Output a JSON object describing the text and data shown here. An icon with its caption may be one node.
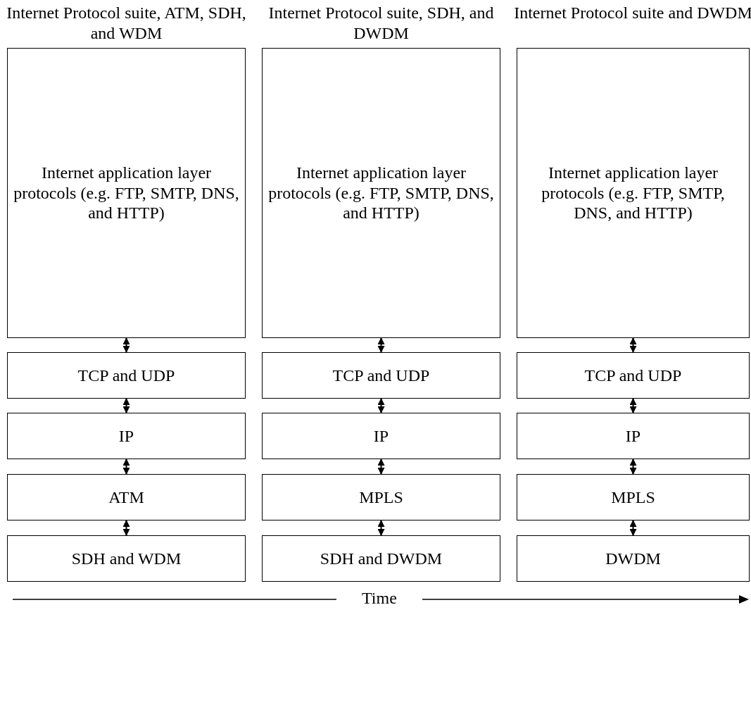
{
  "diagram": {
    "nodes": [
      {
        "text": [
          "Internet application layer protocols (e.g. FTP, SMTP, DNS, and HTTP)"
        ]
      },
      {
        "text": [
          "TCP and UDP"
        ]
      },
      {
        "text": [
          "IP"
        ]
      },
      {
        "text": [
          "ATM"
        ]
      },
      {
        "text": [
          "SDH and WDM"
        ]
      },
      {
        "text": [
          "Internet application layer protocols (e.g. FTP, SMTP, DNS, and HTTP)"
        ]
      },
      {
        "text": [
          "TCP and UDP"
        ]
      },
      {
        "text": [
          "IP"
        ]
      },
      {
        "text": [
          "MPLS"
        ]
      },
      {
        "text": [
          "SDH and DWDM"
        ]
      },
      {
        "text": [
          "Internet application layer protocols (e.g. FTP, SMTP, DNS, and HTTP)"
        ]
      },
      {
        "text": [
          "TCP and UDP"
        ]
      },
      {
        "text": [
          "IP"
        ]
      },
      {
        "text": [
          "MPLS"
        ]
      },
      {
        "text": [
          "DWDM"
        ]
      }
    ],
    "edges": [
      {
        "from": 0,
        "to": 1,
        "arrow": "both"
      },
      {
        "from": 1,
        "to": 2,
        "arrow": "both"
      },
      {
        "from": 2,
        "to": 3,
        "arrow": "both"
      },
      {
        "from": 3,
        "to": 4,
        "arrow": "both"
      },
      {
        "from": 5,
        "to": 6,
        "arrow": "both"
      },
      {
        "from": 6,
        "to": 7,
        "arrow": "both"
      },
      {
        "from": 7,
        "to": 8,
        "arrow": "both"
      },
      {
        "from": 8,
        "to": 9,
        "arrow": "both"
      },
      {
        "from": 10,
        "to": 11,
        "arrow": "both"
      },
      {
        "from": 11,
        "to": 12,
        "arrow": "both"
      },
      {
        "from": 12,
        "to": 13,
        "arrow": "both"
      },
      {
        "from": 13,
        "to": 14,
        "arrow": "both"
      }
    ],
    "labels": [
      "Internet Protocol suite, ATM, SDH, and WDM",
      "Internet Protocol suite, SDH, and DWDM",
      "Internet Protocol suite and DWDM",
      "Time"
    ]
  }
}
